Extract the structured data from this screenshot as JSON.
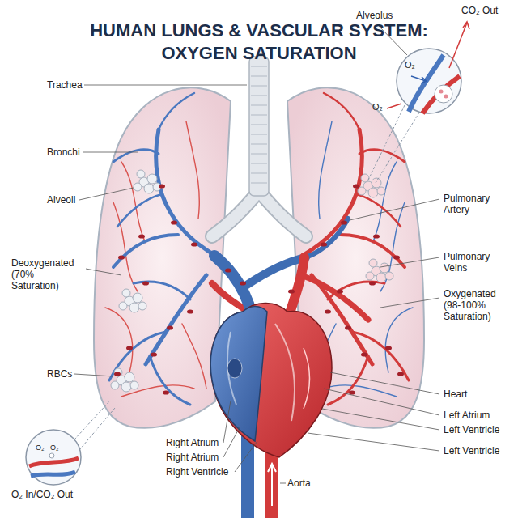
{
  "diagram": {
    "title": "HUMAN LUNGS & VASCULAR SYSTEM: OXYGEN SATURATION",
    "labels": [
      "Trachea",
      "CO₂ Out",
      "Alveolus",
      "O₂",
      "O₂",
      "Bronchi",
      "Alveoli",
      "Pulmonary Artery",
      "Pulmonary Veins",
      "Deoxygenated (70% Saturation)",
      "Oxygenated (98-100% Saturation)",
      "RBCs",
      "Heart",
      "Right Atrium",
      "Right Atrium",
      "Left Atrium",
      "Right Ventricle",
      "Left Ventricle",
      "Left Ventricle",
      "O₂",
      "O₂",
      "O₂ In/CO₂ Out",
      "Aorta"
    ]
  }
}
